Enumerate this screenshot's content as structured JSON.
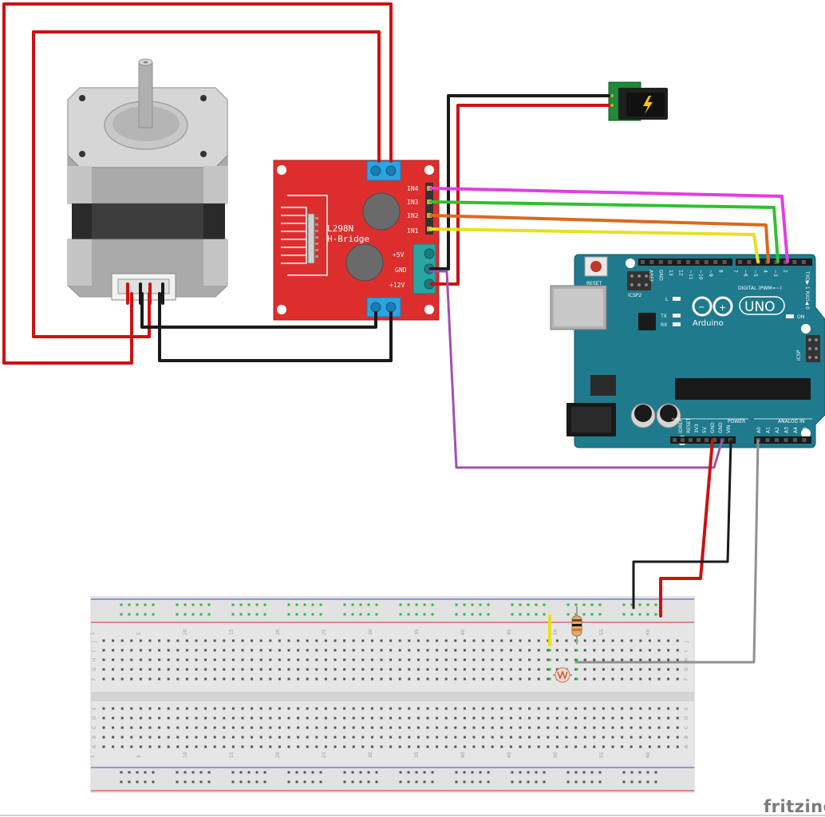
{
  "driver": {
    "name_line1": "L298N",
    "name_line2": "H-Bridge",
    "in_pins": [
      "IN4",
      "IN3",
      "IN2",
      "IN1"
    ],
    "power_pins": [
      "+5V",
      "GND",
      "+12V"
    ]
  },
  "arduino": {
    "reset": "RESET",
    "icsp2": "ICSP2",
    "icsp": "ICSP",
    "logo_text": "Arduino",
    "model": "UNO",
    "led_l": "L",
    "led_tx": "TX",
    "led_rx": "RX",
    "led_on": "ON",
    "digital_label": "DIGITAL (PWM=~)",
    "txrx_label": "TXD▶ 1  RXD◀ 0",
    "top_header": [
      "AREF",
      "GND",
      "13",
      "12",
      "~11",
      "~10",
      "~9",
      "8",
      "7",
      "~6",
      "~5",
      "4",
      "~3",
      "2"
    ],
    "power_label": "POWER",
    "analog_label": "ANALOG IN",
    "power_pins": [
      "IOREF",
      "RESET",
      "3V3",
      "5V",
      "GND",
      "GND",
      "VIN"
    ],
    "analog_pins": [
      "A0",
      "A1",
      "A2",
      "A3",
      "A4",
      "A5"
    ]
  },
  "breadboard": {
    "column_numbers": [
      "1",
      "5",
      "10",
      "15",
      "20",
      "25",
      "30",
      "35",
      "40",
      "45",
      "50",
      "55",
      "60"
    ],
    "row_letters_top": [
      "J",
      "I",
      "H",
      "G",
      "F"
    ],
    "row_letters_bottom": [
      "E",
      "D",
      "C",
      "B",
      "A"
    ]
  },
  "footer": {
    "brand": "fritzing"
  },
  "colors": {
    "wire_red": "#cc1111",
    "wire_black": "#1a1a1a",
    "wire_magenta": "#e040e0",
    "wire_green": "#30c030",
    "wire_orange": "#d86a20",
    "wire_yellow": "#e8e020",
    "wire_purple": "#a050b0",
    "wire_gray": "#909090",
    "driver_board": "#dd2e2e",
    "arduino_board": "#1e7a8c",
    "terminal_blue": "#2aa5e0"
  }
}
